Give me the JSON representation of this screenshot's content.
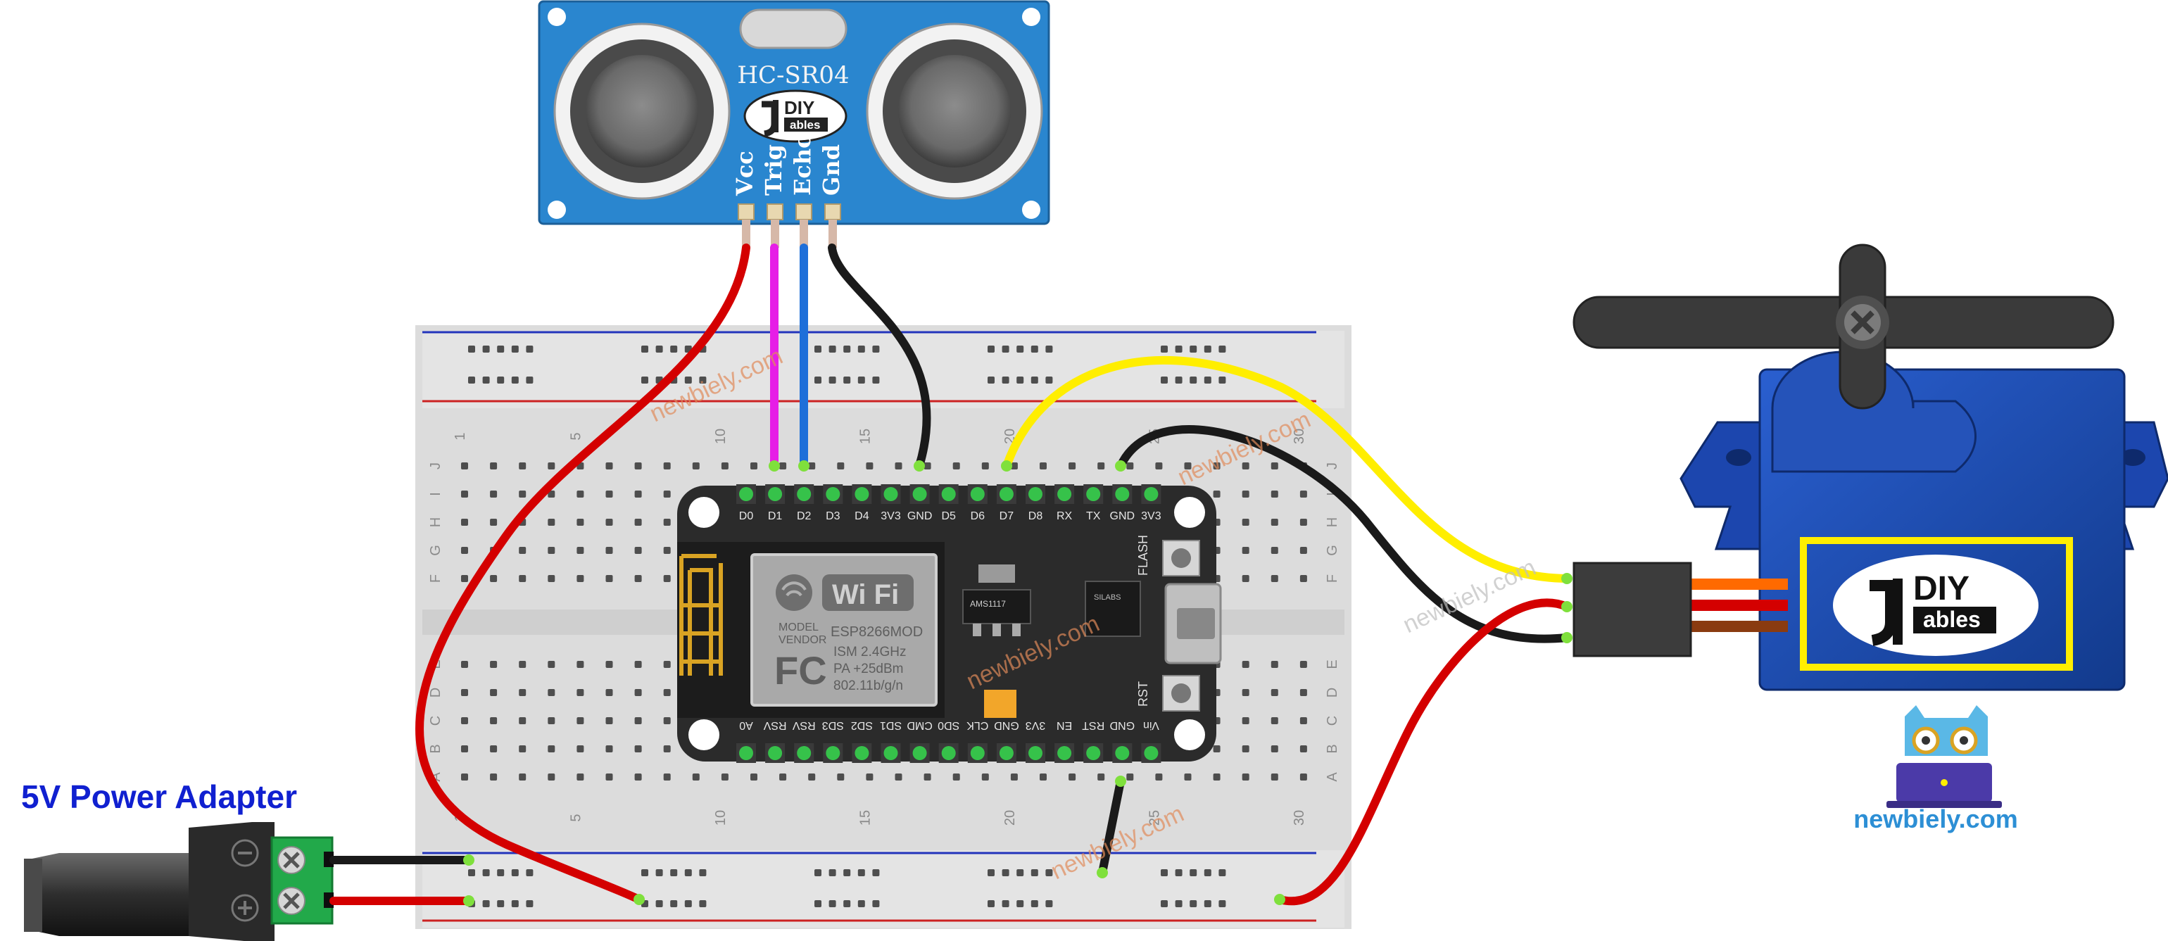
{
  "adapter_label": "5V Power Adapter",
  "sensor": {
    "model": "HC-SR04",
    "pins": [
      "Vcc",
      "Trig",
      "Echo",
      "Gnd"
    ]
  },
  "logo": {
    "big": "DIY",
    "small": "ables"
  },
  "board": {
    "top_pins": [
      "D0",
      "D1",
      "D2",
      "D3",
      "D4",
      "3V3",
      "GND",
      "D5",
      "D6",
      "D7",
      "D8",
      "RX",
      "TX",
      "GND",
      "3V3"
    ],
    "bottom_pins": [
      "A0",
      "RSV",
      "RSV",
      "SD3",
      "SD2",
      "SD1",
      "CMD",
      "SD0",
      "CLK",
      "GND",
      "3V3",
      "EN",
      "RST",
      "GND",
      "Vin"
    ],
    "flash_label": "FLASH",
    "rst_label": "RST",
    "wifi_text": "Wi Fi",
    "model_line1": "MODEL",
    "model_line2": "VENDOR",
    "module_name": "ESP8266MOD",
    "spec_lines": [
      "ISM 2.4GHz",
      "PA  +25dBm",
      "802.11b/g/n"
    ],
    "fc_mark": "FC",
    "regulator": "AMS1117",
    "usb_chip": "SILABS"
  },
  "breadboard": {
    "row_letters_top": [
      "J",
      "I",
      "H",
      "G",
      "F"
    ],
    "row_letters_bottom": [
      "E",
      "D",
      "C",
      "B",
      "A"
    ],
    "col_numbers": [
      "1",
      "5",
      "10",
      "15",
      "20",
      "25",
      "30"
    ]
  },
  "watermark": "newbiely.com",
  "brand_label": "newbiely.com",
  "colors": {
    "wire_red": "#d40000",
    "wire_black": "#1a1a1a",
    "wire_magenta": "#e61ee6",
    "wire_blue": "#1e6fd9",
    "wire_yellow": "#ffee00",
    "servo_blue": "#1f4fb8",
    "sensor_blue": "#2a86cf",
    "brand_blue": "#2d8fd5",
    "label_blue": "#1020d0"
  }
}
